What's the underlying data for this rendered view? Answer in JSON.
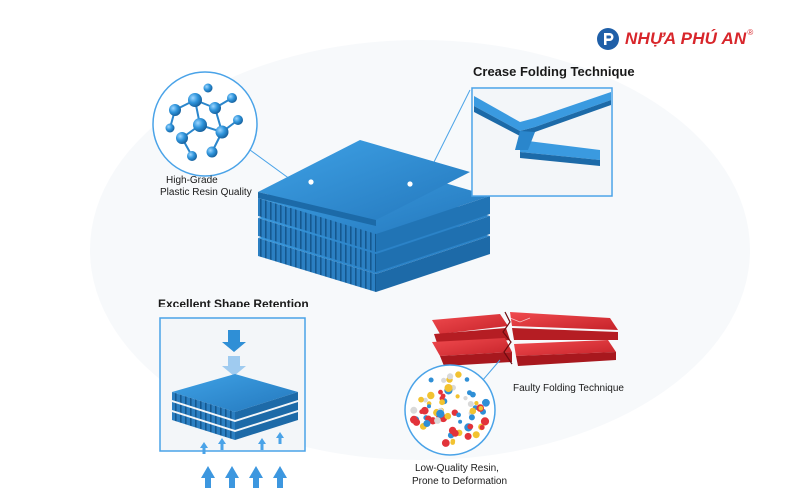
{
  "brand": {
    "name": "NHỰA PHÚ AN",
    "mark": "®",
    "color": "#d8262b",
    "accent": "#1f5fa8"
  },
  "labels": {
    "crease": "Crease Folding Technique",
    "resin_high_line1": "High-Grade",
    "resin_high_line2": "Plastic Resin Quality",
    "shape_retention": "Excellent Shape Retention",
    "faulty": "Faulty Folding Technique",
    "resin_low_line1": "Low-Quality Resin,",
    "resin_low_line2": "Prone to Deformation"
  },
  "colors": {
    "panel_blue": "#2f8fd6",
    "panel_blue_dark": "#1c6aa8",
    "faulty_red": "#e0353a",
    "arrow_blue": "#4aa3e8"
  },
  "icons": {
    "logo": "circle-p-logo",
    "molecule": "molecule-cluster",
    "particles": "mixed-particles",
    "arrows": "pressure-arrows"
  }
}
